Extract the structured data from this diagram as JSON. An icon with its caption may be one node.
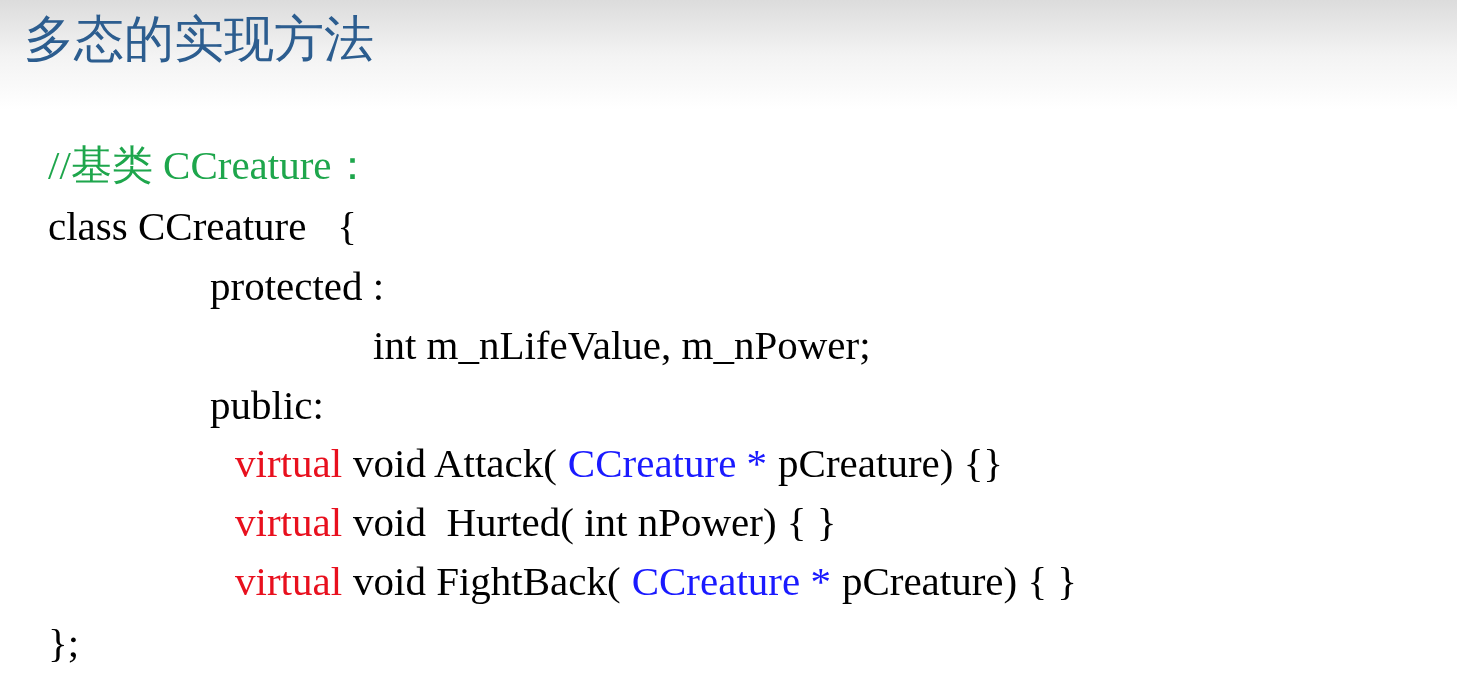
{
  "diagram": {
    "title": "多态的实现方法",
    "labels": [
      "//基类 CCreature：",
      "class CCreature   {",
      "protected :",
      "int m_nLifeValue, m_nPower;",
      "public:",
      "virtual",
      "void Attack(",
      "CCreature *",
      "pCreature) {}",
      "virtual",
      "void  Hurted( int nPower) { }",
      "virtual",
      "void FightBack(",
      "CCreature *",
      "pCreature) { }",
      "};"
    ]
  }
}
